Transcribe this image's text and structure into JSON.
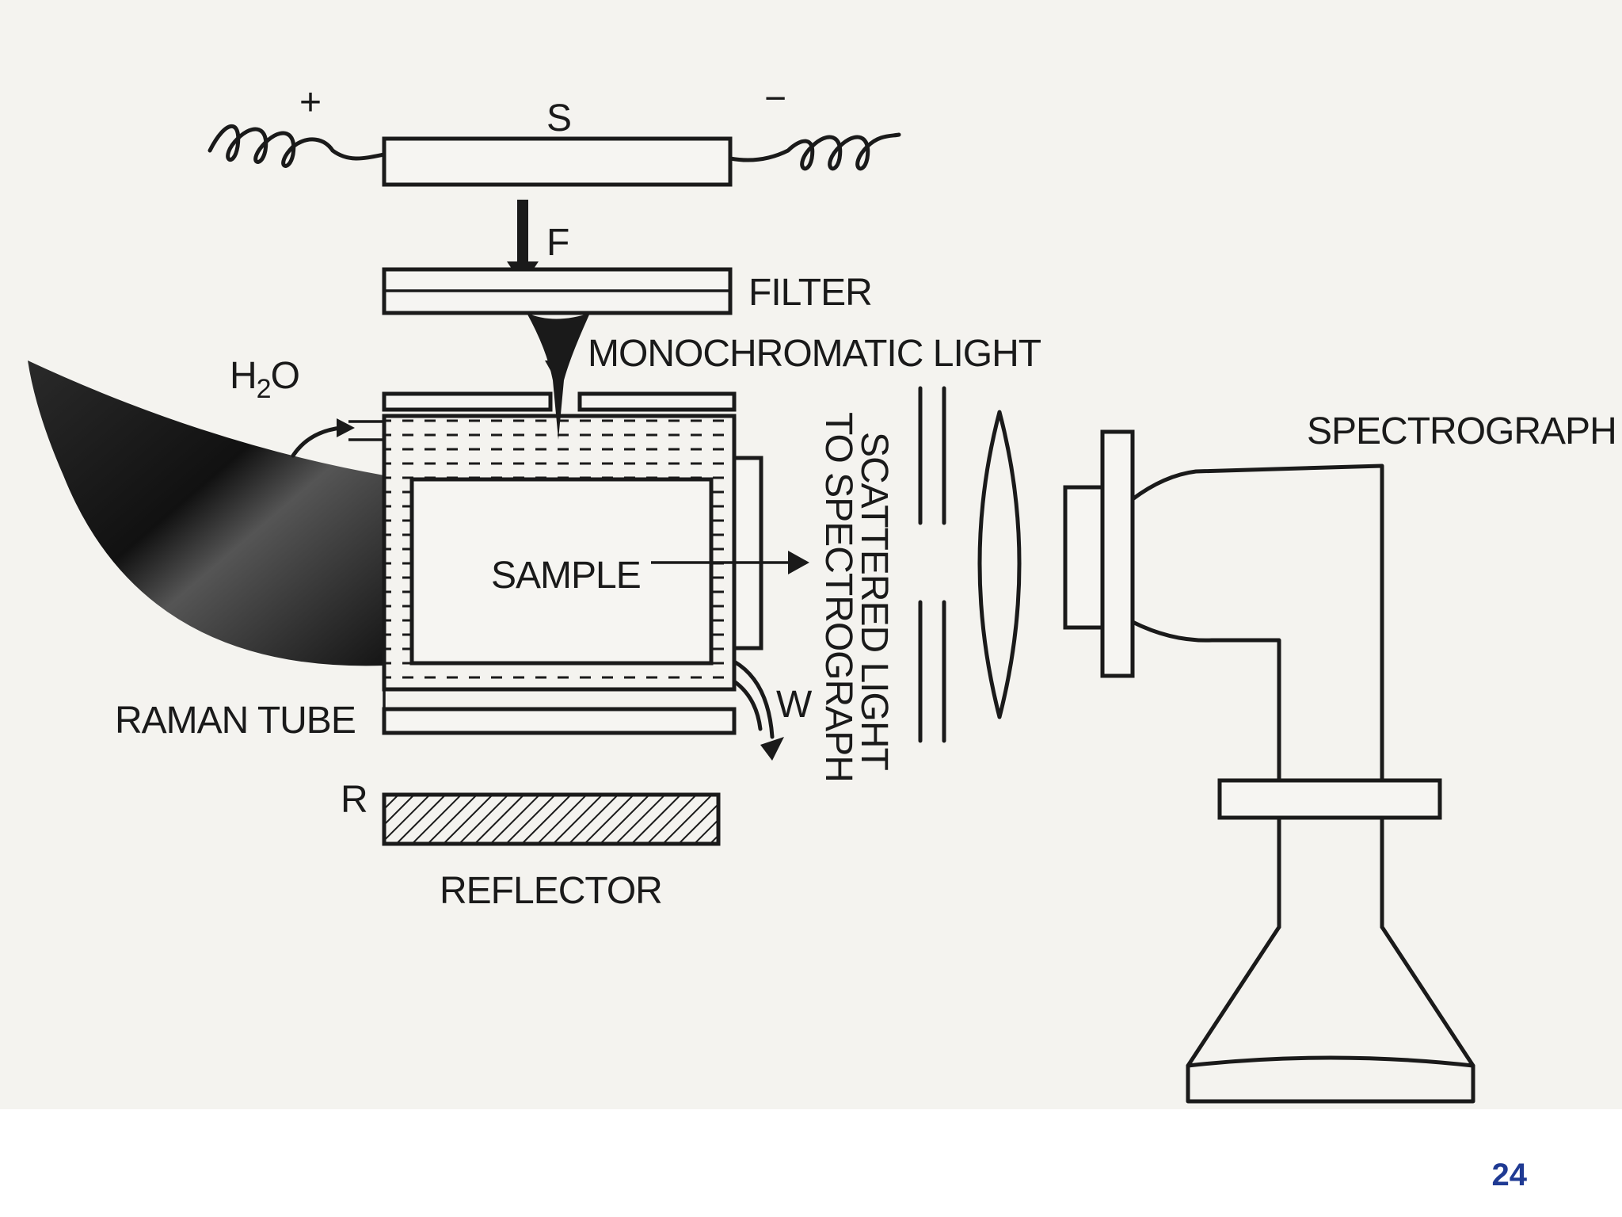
{
  "diagram": {
    "labels": {
      "plus": "+",
      "source": "S",
      "minus": "−",
      "f": "F",
      "filter": "FILTER",
      "monochromatic": "MONOCHROMATIC LIGHT",
      "h2o_h": "H",
      "h2o_sub": "2",
      "h2o_o": "O",
      "sample": "SAMPLE",
      "w": "W",
      "raman_tube": "RAMAN TUBE",
      "r": "R",
      "reflector": "REFLECTOR",
      "scattered_1": "SCATTERED LIGHT",
      "scattered_2": "TO SPECTROGRAPH",
      "spectrograph": "SPECTROGRAPH"
    }
  },
  "page": {
    "number": "24"
  }
}
